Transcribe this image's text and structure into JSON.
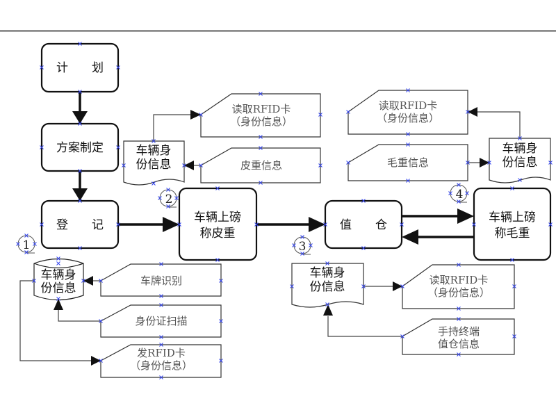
{
  "diagram": {
    "type": "flowchart",
    "colors": {
      "line": "#111111",
      "thin_line": "#555555",
      "handle": "#3344ee",
      "header_rule": "#5a5a5a"
    },
    "process_steps": [
      {
        "id": "plan",
        "label_lines": [
          "计　　划"
        ]
      },
      {
        "id": "scheme",
        "label_lines": [
          "方案制定"
        ]
      },
      {
        "id": "register",
        "label_lines": [
          "登　　记"
        ]
      },
      {
        "id": "tare",
        "label_lines": [
          "车辆上磅",
          "称皮重"
        ]
      },
      {
        "id": "warehouse",
        "label_lines": [
          "值　　仓"
        ]
      },
      {
        "id": "gross",
        "label_lines": [
          "车辆上磅",
          "称毛重"
        ]
      }
    ],
    "step_numbers": [
      "1",
      "2",
      "3",
      "4"
    ],
    "data_stores": [
      {
        "id": "db-register",
        "label_lines": [
          "车辆身",
          "份信息"
        ]
      }
    ],
    "documents": [
      {
        "id": "doc-tare",
        "label_lines": [
          "车辆身",
          "份信息"
        ]
      },
      {
        "id": "doc-gross",
        "label_lines": [
          "车辆身",
          "份信息"
        ]
      },
      {
        "id": "doc-warehouse",
        "label_lines": [
          "车辆身",
          "份信息"
        ]
      }
    ],
    "inputs": [
      {
        "id": "in-plate",
        "label_lines": [
          "车牌识别"
        ]
      },
      {
        "id": "in-idscan",
        "label_lines": [
          "身份证扫描"
        ]
      },
      {
        "id": "in-issue-rfid",
        "label_lines": [
          "发RFID卡",
          "（身份信息）"
        ]
      },
      {
        "id": "in-tare-rfid",
        "label_lines": [
          "读取RFID卡",
          "（身份信息）"
        ]
      },
      {
        "id": "in-tare-weight",
        "label_lines": [
          "皮重信息"
        ]
      },
      {
        "id": "in-gross-rfid",
        "label_lines": [
          "读取RFID卡",
          "（身份信息）"
        ]
      },
      {
        "id": "in-gross-weight",
        "label_lines": [
          "毛重信息"
        ]
      },
      {
        "id": "in-wh-rfid",
        "label_lines": [
          "读取RFID卡",
          "（身份信息）"
        ]
      },
      {
        "id": "in-wh-handheld",
        "label_lines": [
          "手持终端",
          "值仓信息"
        ]
      }
    ],
    "edges": [
      {
        "from": "plan",
        "to": "scheme"
      },
      {
        "from": "scheme",
        "to": "register"
      },
      {
        "from": "register",
        "to": "tare"
      },
      {
        "from": "tare",
        "to": "warehouse"
      },
      {
        "from": "warehouse",
        "to": "gross"
      },
      {
        "from": "gross",
        "to": "warehouse"
      },
      {
        "from": "in-plate",
        "to": "db-register"
      },
      {
        "from": "in-idscan",
        "to": "db-register"
      },
      {
        "from": "db-register",
        "to": "in-issue-rfid"
      },
      {
        "from": "doc-tare",
        "to": "in-tare-rfid"
      },
      {
        "from": "in-tare-weight",
        "to": "doc-tare"
      },
      {
        "from": "doc-gross",
        "to": "in-gross-rfid"
      },
      {
        "from": "in-gross-weight",
        "to": "doc-gross"
      },
      {
        "from": "doc-warehouse",
        "to": "in-wh-rfid"
      },
      {
        "from": "in-wh-handheld",
        "to": "doc-warehouse"
      }
    ]
  }
}
